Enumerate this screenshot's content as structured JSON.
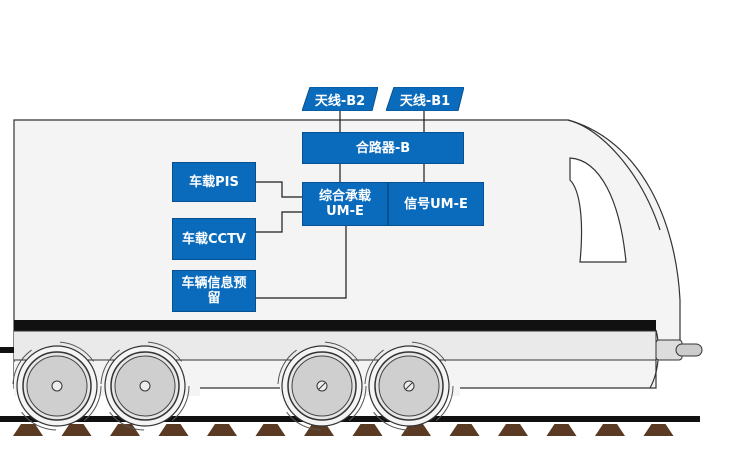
{
  "colors": {
    "box_fill": "#0a6bbd",
    "box_border": "#07508f",
    "text": "#ffffff",
    "line": "#1a1a1a"
  },
  "antennas": {
    "b2": "天线-B2",
    "b1": "天线-B1"
  },
  "combiner": "合路器-B",
  "umb": {
    "line1": "综合承载",
    "line2": "UM-E"
  },
  "signal": "信号UM-E",
  "pis": "车载PIS",
  "cctv": "车载CCTV",
  "reserve": {
    "line1": "车辆信息预",
    "line2": "留"
  }
}
